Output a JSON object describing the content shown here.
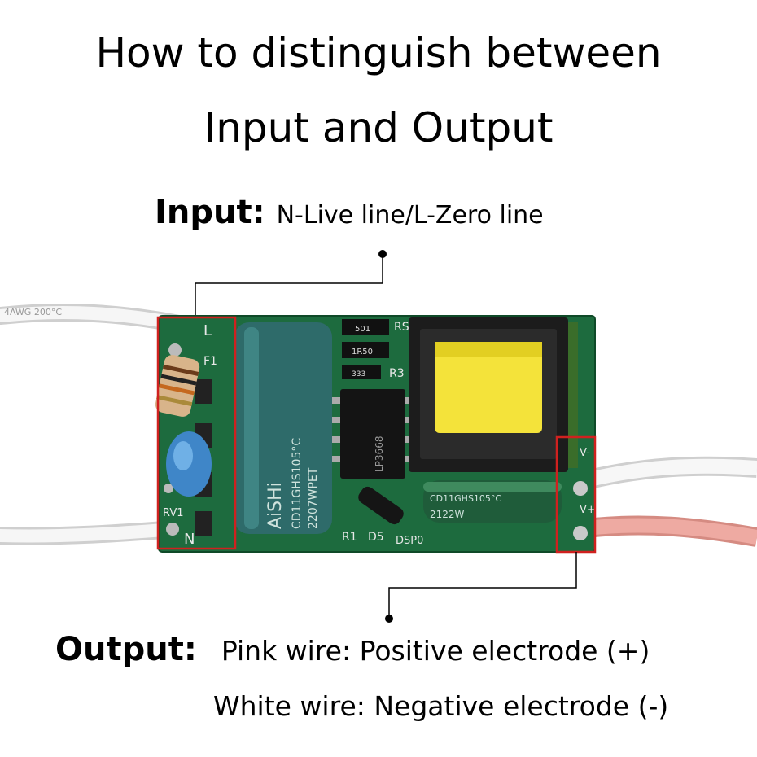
{
  "title": {
    "line1": "How to distinguish between",
    "line2": "Input and Output"
  },
  "input": {
    "label": "Input:",
    "value": "N-Live line/L-Zero line"
  },
  "output": {
    "label": "Output:",
    "line1": "Pink wire:  Positive electrode (+)",
    "line2": "White wire: Negative electrode (-)"
  },
  "pcb": {
    "wire_marking": "4AWG  200°C",
    "pin_l": "L",
    "pin_n": "N",
    "f1": "F1",
    "rv1": "RV1",
    "cap_brand": "AiSHi",
    "cap_spec": "CD11GHS105°C",
    "cap_batch": "2207WPET",
    "small_cap_spec": "CD11GHS105°C",
    "small_cap_batch": "2122W",
    "ic_text": "LP3668",
    "r1": "R1",
    "d5": "D5",
    "r3": "R3",
    "rs": "RS",
    "res_a": "501",
    "res_b": "1R50",
    "res_c": "333",
    "board_code": "DSP0",
    "out_minus": "V-",
    "out_plus": "V+"
  },
  "colors": {
    "pcb_green": "#1d6b3e",
    "highlight_red": "#d0211f",
    "transformer_yellow": "#f4e33a",
    "capacitor_teal": "#2e6b6a",
    "pink_wire": "#e9a39b"
  }
}
